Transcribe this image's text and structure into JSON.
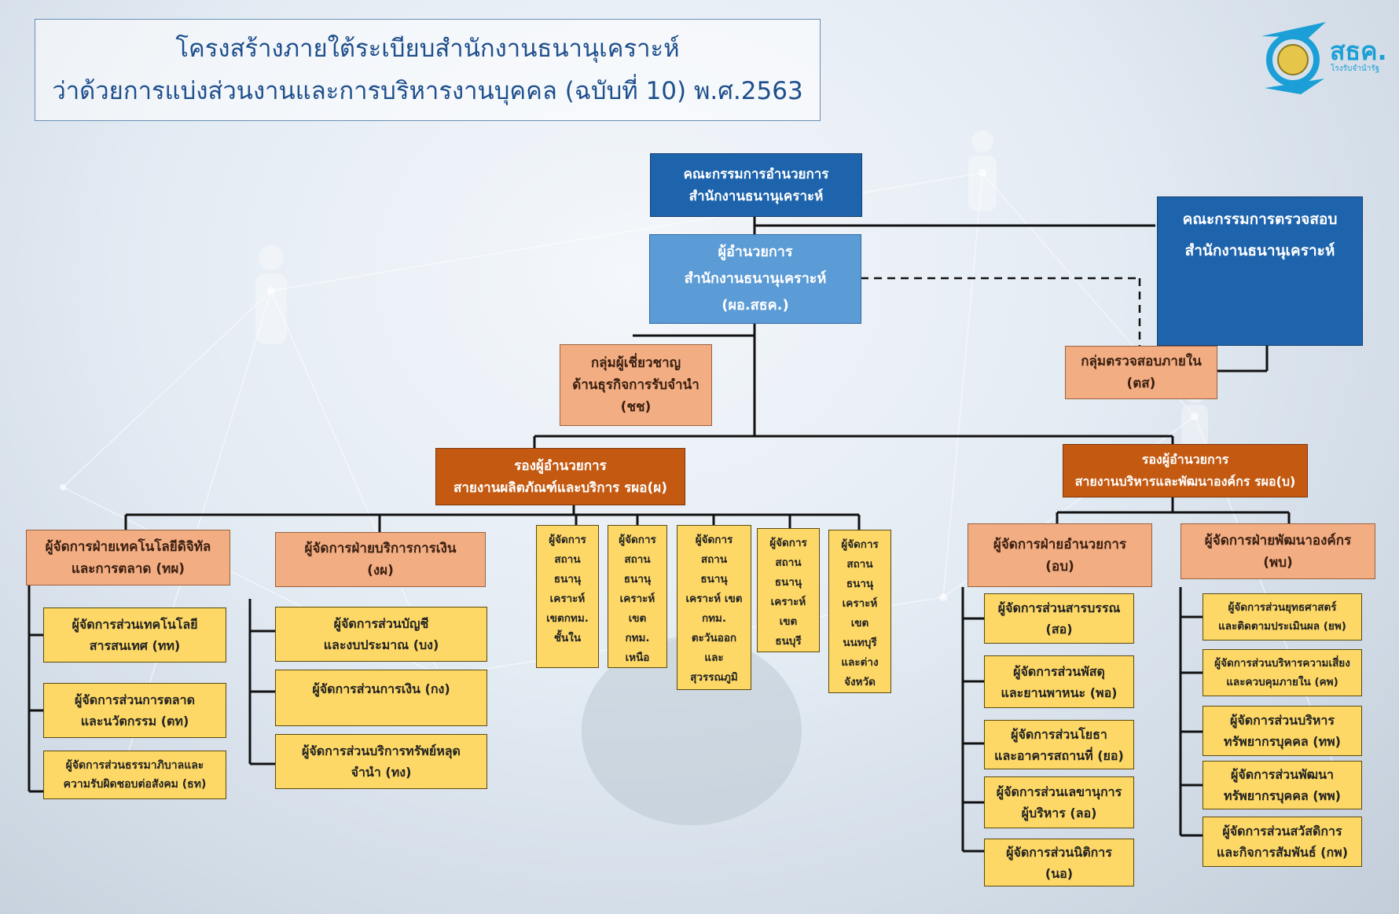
{
  "title": {
    "line1": "โครงสร้างภายใต้ระเบียบสำนักงานธนานุเคราะห์",
    "line2": "ว่าด้วยการแบ่งส่วนงานและการบริหารงานบุคคล (ฉบับที่ 10) พ.ศ.2563"
  },
  "logo": {
    "text": "สธค.",
    "sub": "โรงรับจำนำรัฐ",
    "icon": "seal-logo-icon"
  },
  "colors": {
    "dark_blue": "#1e64ad",
    "mid_blue": "#5b9bd6",
    "salmon": "#f2ad83",
    "brown": "#c45a12",
    "yellow": "#fdd866",
    "title": "#1e4f8c"
  },
  "top": {
    "board": "คณะกรรมการอำนวยการ\nสำนักงานธนานุเคราะห์",
    "director": "ผู้อำนวยการ\nสำนักงานธนานุเคราะห์\n(ผอ.สธค.)",
    "audit_committee": "คณะกรรมการตรวจสอบ\nสำนักงานธนานุเคราะห์",
    "expert_group": "กลุ่มผู้เชี่ยวชาญ\nด้านธุรกิจการรับจำนำ\n(ชช)",
    "internal_audit": "กลุ่มตรวจสอบภายใน\n(ตส)"
  },
  "deputies": {
    "product": "รองผู้อำนวยการ\nสายงานผลิตภัณฑ์และบริการ รผอ(ผ)",
    "admin": "รองผู้อำนวยการ\nสายงานบริหารและพัฒนาองค์กร รผอ(บ)"
  },
  "product_line": {
    "digital": {
      "head": "ผู้จัดการฝ่ายเทคโนโลยีดิจิทัล\nและการตลาด (ทผ)",
      "units": [
        "ผู้จัดการส่วนเทคโนโลยี\nสารสนเทศ (ทท)",
        "ผู้จัดการส่วนการตลาด\nและนวัตกรรม (ตท)",
        "ผู้จัดการส่วนธรรมาภิบาลและ\nความรับผิดชอบต่อสังคม (ธท)"
      ]
    },
    "finance": {
      "head": "ผู้จัดการฝ่ายบริการการเงิน\n(งผ)",
      "units": [
        "ผู้จัดการส่วนบัญชี\nและงบประมาณ (บง)",
        "ผู้จัดการส่วนการเงิน (กง)",
        "ผู้จัดการส่วนบริการทรัพย์หลุด\nจำนำ (ทง)"
      ]
    },
    "stations": [
      "ผู้จัดการ\nสถาน\nธนานุ\nเคราะห์\nเขตกทม.\nชั้นใน",
      "ผู้จัดการ\nสถาน\nธนานุ\nเคราะห์\nเขต\nกทม.\nเหนือ",
      "ผู้จัดการ\nสถาน\nธนานุ\nเคราะห์ เขต\nกทม.\nตะวันออก\nและ\nสุวรรณภูมิ",
      "ผู้จัดการ\nสถาน\nธนานุ\nเคราะห์\nเขต\nธนบุรี",
      "ผู้จัดการ\nสถาน\nธนานุ\nเคราะห์\nเขต\nนนทบุรี\nและต่าง\nจังหวัด"
    ]
  },
  "admin_line": {
    "admin_dept": {
      "head": "ผู้จัดการฝ่ายอำนวยการ\n(อบ)",
      "units": [
        "ผู้จัดการส่วนสารบรรณ\n(สอ)",
        "ผู้จัดการส่วนพัสดุ\nและยานพาหนะ (พอ)",
        "ผู้จัดการส่วนโยธา\nและอาคารสถานที่ (ยอ)",
        "ผู้จัดการส่วนเลขานุการ\nผู้บริหาร (ลอ)",
        "ผู้จัดการส่วนนิติการ\n(นอ)"
      ]
    },
    "dev_dept": {
      "head": "ผู้จัดการฝ่ายพัฒนาองค์กร\n(พบ)",
      "units": [
        "ผู้จัดการส่วนยุทธศาสตร์\nและติดตามประเมินผล (ยพ)",
        "ผู้จัดการส่วนบริหารความเสี่ยง\nและควบคุมภายใน (คพ)",
        "ผู้จัดการส่วนบริหาร\nทรัพยากรบุคคล (ทพ)",
        "ผู้จัดการส่วนพัฒนา\nทรัพยากรบุคคล (พพ)",
        "ผู้จัดการส่วนสวัสดิการ\nและกิจการสัมพันธ์ (กพ)"
      ]
    }
  }
}
